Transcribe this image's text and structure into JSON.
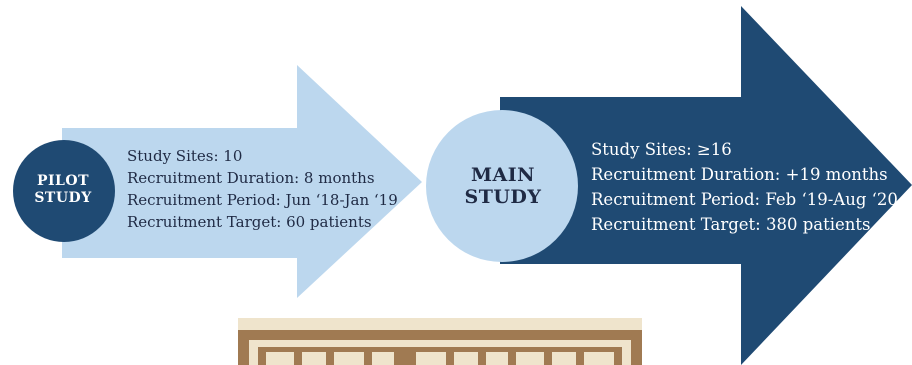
{
  "pilot": {
    "label_line1": "PILOT",
    "label_line2": "STUDY",
    "details": [
      "Study Sites: 10",
      "Recruitment Duration: 8 months",
      "Recruitment Period: Jun ‘18-Jan ‘19",
      "Recruitment Target: 60 patients"
    ]
  },
  "main": {
    "label_line1": "MAIN",
    "label_line2": "STUDY",
    "details": [
      "Study Sites: ≥16",
      "Recruitment Duration: +19 months",
      "Recruitment Period: Feb ‘19-Aug ‘20",
      "Recruitment Target: 380 patients"
    ]
  },
  "colors": {
    "light_blue": "#bcd7ee",
    "dark_navy": "#1f4a73",
    "text_dark": "#1f2a44",
    "badge_brown": "#a07a52",
    "badge_cream": "#efe4cc"
  }
}
